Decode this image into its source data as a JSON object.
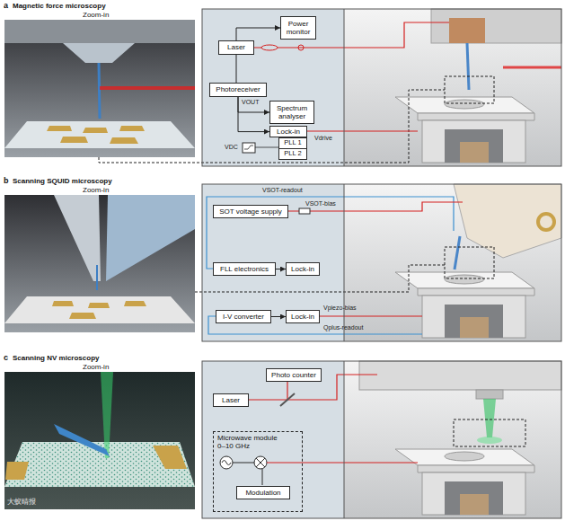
{
  "diagram": {
    "nodes": [
      {
        "text": [
          "Laser"
        ]
      },
      {
        "text": [
          "Power monitor"
        ]
      },
      {
        "text": [
          "Photoreceiver"
        ]
      },
      {
        "text": [
          "Spectrum analyser"
        ]
      },
      {
        "text": [
          "Lock-in"
        ]
      },
      {
        "text": [
          "PLL 1"
        ]
      },
      {
        "text": [
          "PLL 2"
        ]
      },
      {
        "text": [
          "SOT voltage supply"
        ]
      },
      {
        "text": [
          "FLL electronics"
        ]
      },
      {
        "text": [
          "Lock-in"
        ]
      },
      {
        "text": [
          "I-V converter"
        ]
      },
      {
        "text": [
          "Lock-in"
        ]
      },
      {
        "text": [
          "Photo counter"
        ]
      },
      {
        "text": [
          "Laser"
        ]
      },
      {
        "text": [
          "Microwave module",
          "0–10 GHz"
        ]
      },
      {
        "text": [
          "Modulation"
        ],
        "in": 14
      }
    ],
    "edges": [
      {
        "from": 0,
        "to": 1,
        "arrow": "to"
      },
      {
        "from": 2,
        "to": 0,
        "arrow": "none"
      },
      {
        "from": 2,
        "to": 3,
        "arrow": "to"
      },
      {
        "from": 2,
        "to": 4,
        "arrow": "to"
      },
      {
        "from": 8,
        "to": 9,
        "arrow": "to"
      },
      {
        "from": 10,
        "to": 11,
        "arrow": "to"
      }
    ],
    "labels": [
      "a",
      "Magnetic force microscopy",
      "Zoom-in",
      "VOUT",
      "VDC",
      "Vdrive",
      "b",
      "Scanning SQUID microscopy",
      "Zoom-in",
      "VSOT-readout",
      "VSOT-bias",
      "Vpiezo-bias",
      "Qplus-readout",
      "c",
      "Scanning NV microscopy",
      "Zoom-in",
      "大蚁晴报"
    ]
  }
}
